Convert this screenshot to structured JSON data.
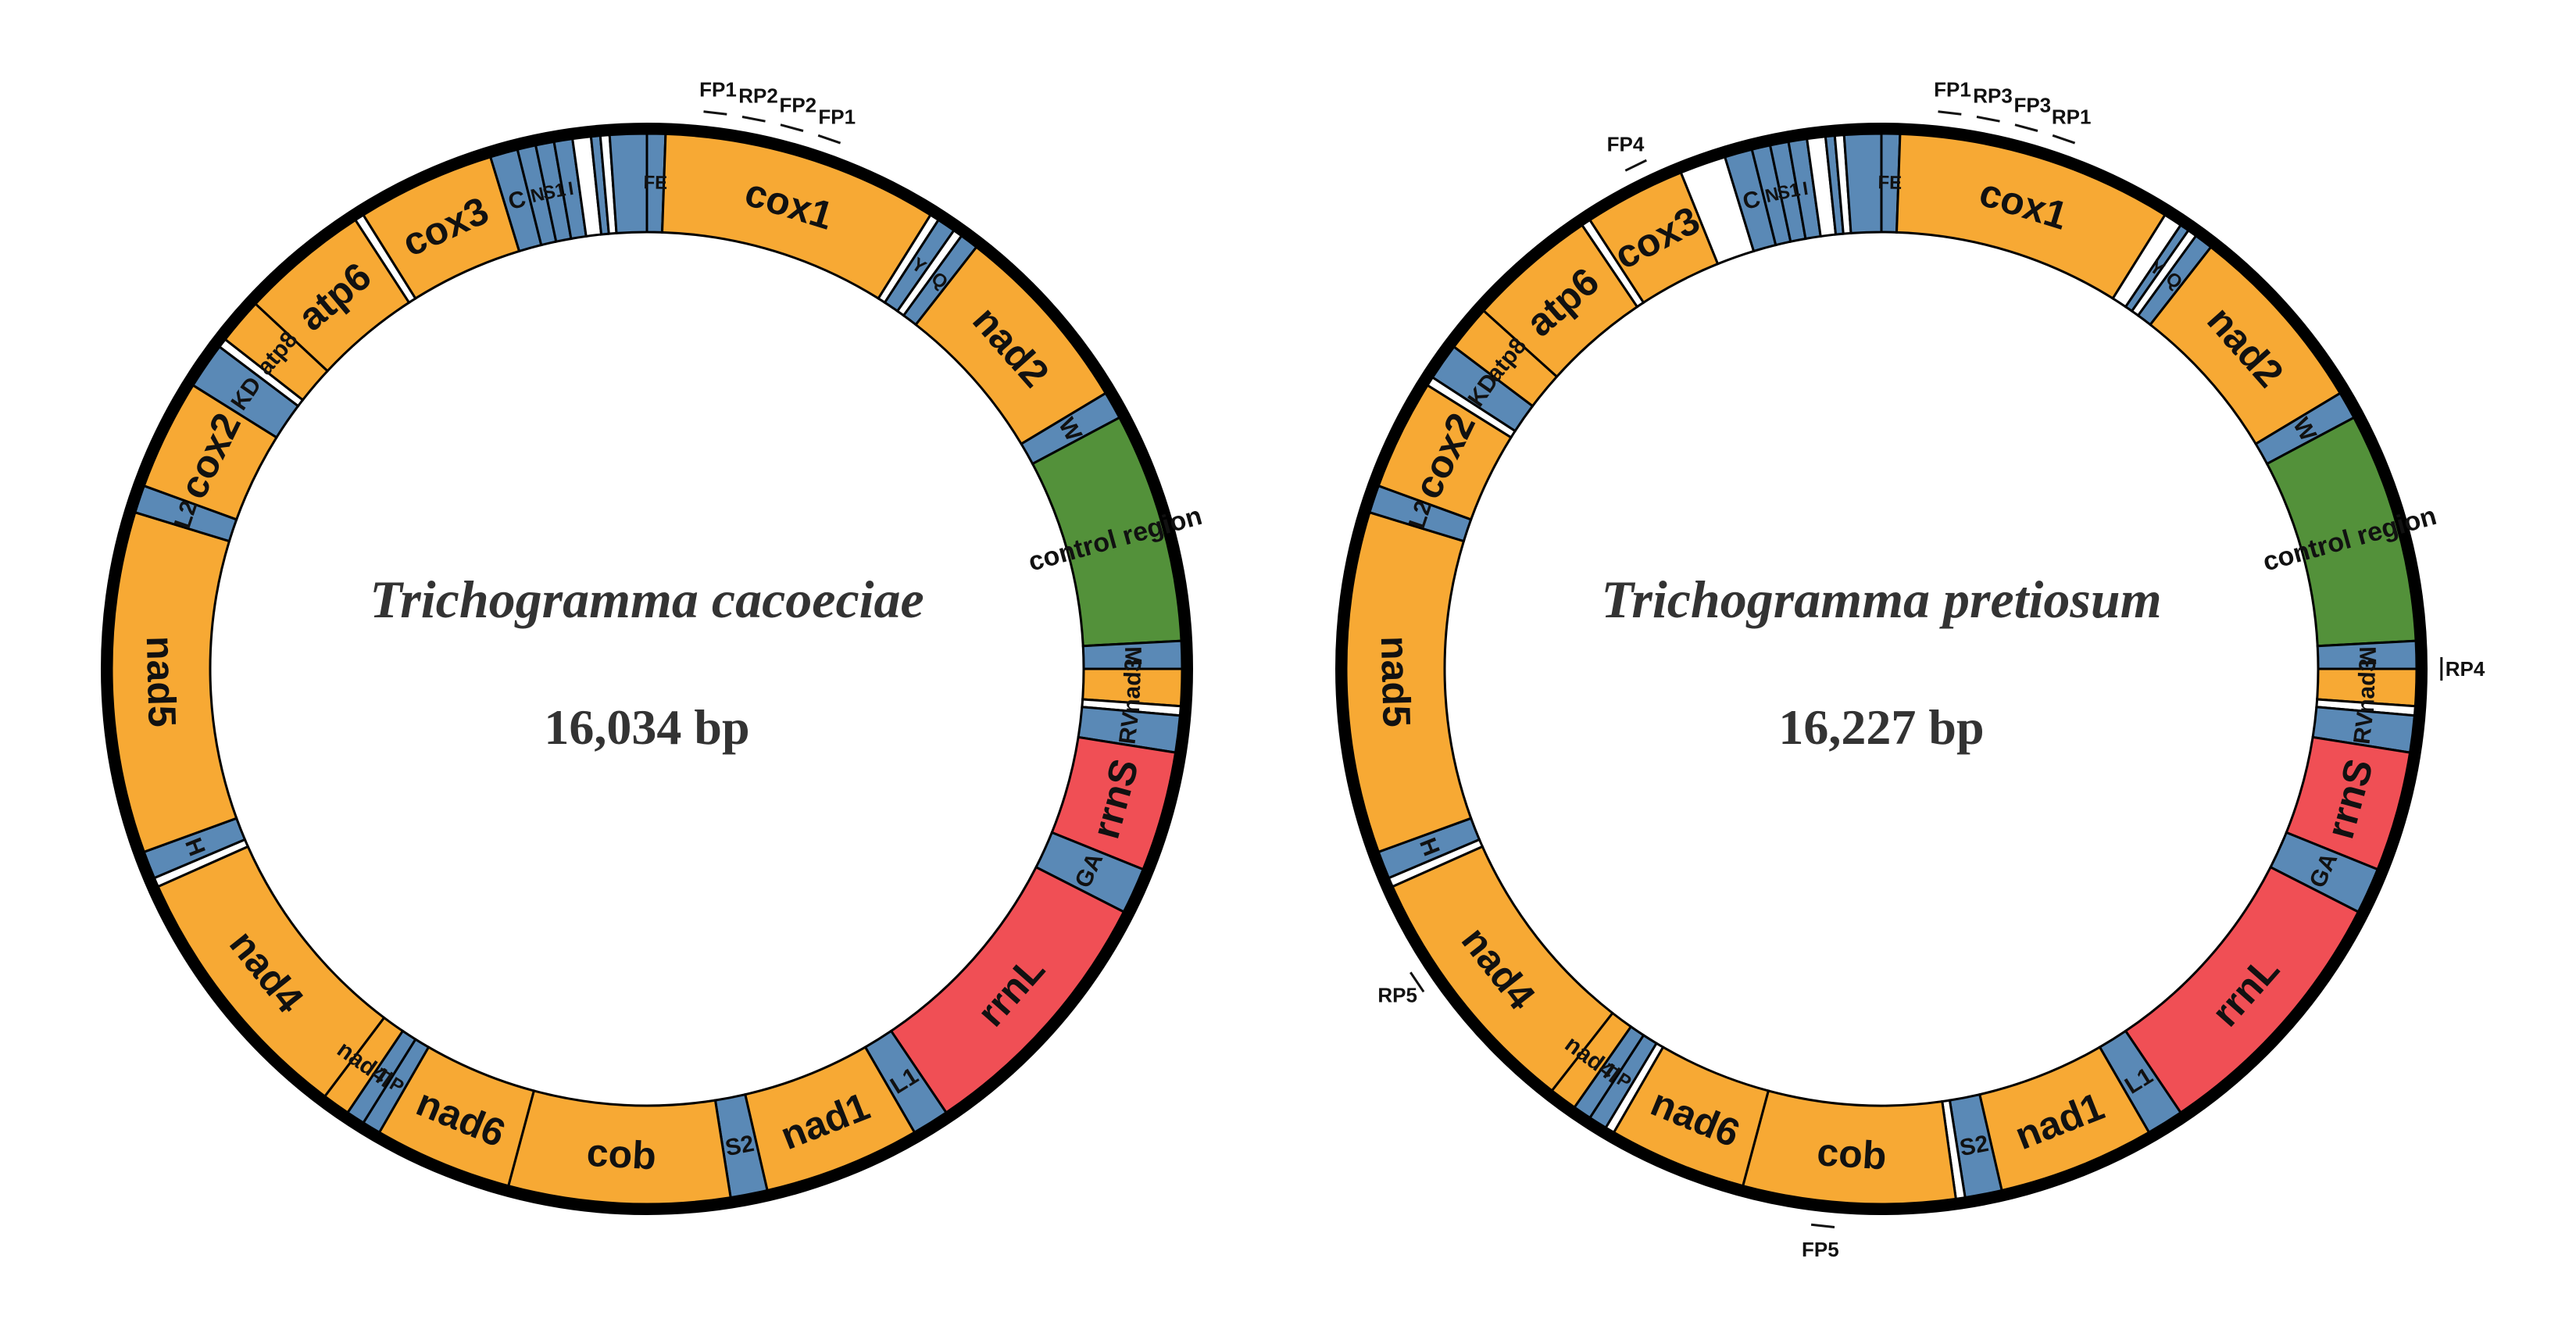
{
  "colors": {
    "protein": "#f7a934",
    "trna": "#5a89b6",
    "rrna": "#f04f55",
    "control": "#53913a",
    "gap": "#ffffff",
    "outline": "#000000",
    "backbone": "#000000"
  },
  "maps": [
    {
      "id": "cacoeciae",
      "species": "Trichogramma cacoeciae",
      "size": "16,034 bp",
      "genes": [
        {
          "name": "FE",
          "type": "trna",
          "start": 0,
          "end": 2
        },
        {
          "name": "cox1",
          "type": "protein",
          "start": 2,
          "end": 32
        },
        {
          "name": "",
          "type": "gap",
          "start": 32,
          "end": 33
        },
        {
          "name": "Y",
          "type": "trna",
          "start": 33,
          "end": 35
        },
        {
          "name": "",
          "type": "gap",
          "start": 35,
          "end": 36
        },
        {
          "name": "Q",
          "type": "trna",
          "start": 36,
          "end": 38
        },
        {
          "name": "nad2",
          "type": "protein",
          "start": 38,
          "end": 59
        },
        {
          "name": "W",
          "type": "trna",
          "start": 59,
          "end": 62
        },
        {
          "name": "control region",
          "type": "control",
          "start": 62,
          "end": 87
        },
        {
          "name": "M",
          "type": "trna",
          "start": 87,
          "end": 90
        },
        {
          "name": "nad3",
          "type": "protein",
          "start": 90,
          "end": 94
        },
        {
          "name": "",
          "type": "gap",
          "start": 94,
          "end": 95
        },
        {
          "name": "RV",
          "type": "trna",
          "start": 95,
          "end": 99
        },
        {
          "name": "rrnS",
          "type": "rrna",
          "start": 99,
          "end": 112
        },
        {
          "name": "GA",
          "type": "trna",
          "start": 112,
          "end": 117
        },
        {
          "name": "rrnL",
          "type": "rrna",
          "start": 117,
          "end": 146
        },
        {
          "name": "L1",
          "type": "trna",
          "start": 146,
          "end": 150
        },
        {
          "name": "nad1",
          "type": "protein",
          "start": 150,
          "end": 167
        },
        {
          "name": "S2",
          "type": "trna",
          "start": 167,
          "end": 171
        },
        {
          "name": "cob",
          "type": "protein",
          "start": 171,
          "end": 195
        },
        {
          "name": "nad6",
          "type": "protein",
          "start": 195,
          "end": 210
        },
        {
          "name": "P",
          "type": "trna",
          "start": 210,
          "end": 212
        },
        {
          "name": "T",
          "type": "trna",
          "start": 212,
          "end": 214
        },
        {
          "name": "nad4l",
          "type": "protein",
          "start": 214,
          "end": 217
        },
        {
          "name": "nad4",
          "type": "protein",
          "start": 217,
          "end": 246
        },
        {
          "name": "",
          "type": "gap",
          "start": 246,
          "end": 247
        },
        {
          "name": "H",
          "type": "trna",
          "start": 247,
          "end": 250
        },
        {
          "name": "nad5",
          "type": "protein",
          "start": 250,
          "end": 287
        },
        {
          "name": "L2",
          "type": "trna",
          "start": 287,
          "end": 290
        },
        {
          "name": "cox2",
          "type": "protein",
          "start": 290,
          "end": 302
        },
        {
          "name": "KD",
          "type": "trna",
          "start": 302,
          "end": 307
        },
        {
          "name": "",
          "type": "gap",
          "start": 307,
          "end": 308
        },
        {
          "name": "atp8",
          "type": "protein",
          "start": 308,
          "end": 313
        },
        {
          "name": "atp6",
          "type": "protein",
          "start": 313,
          "end": 327
        },
        {
          "name": "",
          "type": "gap",
          "start": 327,
          "end": 328
        },
        {
          "name": "cox3",
          "type": "protein",
          "start": 328,
          "end": 343
        },
        {
          "name": "C",
          "type": "trna",
          "start": 343,
          "end": 346
        },
        {
          "name": "N",
          "type": "trna",
          "start": 346,
          "end": 348
        },
        {
          "name": "S1",
          "type": "trna",
          "start": 348,
          "end": 350
        },
        {
          "name": "I",
          "type": "trna",
          "start": 350,
          "end": 352
        },
        {
          "name": "",
          "type": "gap",
          "start": 352,
          "end": 354
        },
        {
          "name": "",
          "type": "trna",
          "start": 354,
          "end": 355
        },
        {
          "name": "",
          "type": "gap",
          "start": 355,
          "end": 356
        },
        {
          "name": "",
          "type": "trna",
          "start": 356,
          "end": 360
        }
      ],
      "primers": [
        {
          "name": "FP1",
          "angle": 7
        },
        {
          "name": "RP2",
          "angle": 11
        },
        {
          "name": "FP2",
          "angle": 15
        },
        {
          "name": "FP1",
          "angle": 19
        }
      ]
    },
    {
      "id": "pretiosum",
      "species": "Trichogramma pretiosum",
      "size": "16,227 bp",
      "genes": [
        {
          "name": "FE",
          "type": "trna",
          "start": 0,
          "end": 2
        },
        {
          "name": "cox1",
          "type": "protein",
          "start": 2,
          "end": 32
        },
        {
          "name": "",
          "type": "gap",
          "start": 32,
          "end": 34
        },
        {
          "name": "Y",
          "type": "trna",
          "start": 34,
          "end": 35
        },
        {
          "name": "",
          "type": "gap",
          "start": 35,
          "end": 36
        },
        {
          "name": "Q",
          "type": "trna",
          "start": 36,
          "end": 38
        },
        {
          "name": "nad2",
          "type": "protein",
          "start": 38,
          "end": 59
        },
        {
          "name": "W",
          "type": "trna",
          "start": 59,
          "end": 62
        },
        {
          "name": "control region",
          "type": "control",
          "start": 62,
          "end": 87
        },
        {
          "name": "M",
          "type": "trna",
          "start": 87,
          "end": 90
        },
        {
          "name": "nad3",
          "type": "protein",
          "start": 90,
          "end": 94
        },
        {
          "name": "",
          "type": "gap",
          "start": 94,
          "end": 95
        },
        {
          "name": "RV",
          "type": "trna",
          "start": 95,
          "end": 99
        },
        {
          "name": "rrnS",
          "type": "rrna",
          "start": 99,
          "end": 112
        },
        {
          "name": "GA",
          "type": "trna",
          "start": 112,
          "end": 117
        },
        {
          "name": "rrnL",
          "type": "rrna",
          "start": 117,
          "end": 146
        },
        {
          "name": "L1",
          "type": "trna",
          "start": 146,
          "end": 150
        },
        {
          "name": "nad1",
          "type": "protein",
          "start": 150,
          "end": 167
        },
        {
          "name": "S2",
          "type": "trna",
          "start": 167,
          "end": 171
        },
        {
          "name": "",
          "type": "gap",
          "start": 171,
          "end": 172
        },
        {
          "name": "cob",
          "type": "protein",
          "start": 172,
          "end": 195
        },
        {
          "name": "nad6",
          "type": "protein",
          "start": 195,
          "end": 210
        },
        {
          "name": "",
          "type": "gap",
          "start": 210,
          "end": 211
        },
        {
          "name": "P",
          "type": "trna",
          "start": 211,
          "end": 213
        },
        {
          "name": "T",
          "type": "trna",
          "start": 213,
          "end": 215
        },
        {
          "name": "nad4l",
          "type": "protein",
          "start": 215,
          "end": 218
        },
        {
          "name": "nad4",
          "type": "protein",
          "start": 218,
          "end": 246
        },
        {
          "name": "",
          "type": "gap",
          "start": 246,
          "end": 247
        },
        {
          "name": "H",
          "type": "trna",
          "start": 247,
          "end": 250
        },
        {
          "name": "nad5",
          "type": "protein",
          "start": 250,
          "end": 287
        },
        {
          "name": "L2",
          "type": "trna",
          "start": 287,
          "end": 290
        },
        {
          "name": "cox2",
          "type": "protein",
          "start": 290,
          "end": 302
        },
        {
          "name": "",
          "type": "gap",
          "start": 302,
          "end": 303
        },
        {
          "name": "KD",
          "type": "trna",
          "start": 303,
          "end": 307
        },
        {
          "name": "atp8",
          "type": "protein",
          "start": 307,
          "end": 312
        },
        {
          "name": "atp6",
          "type": "protein",
          "start": 312,
          "end": 326
        },
        {
          "name": "",
          "type": "gap",
          "start": 326,
          "end": 327
        },
        {
          "name": "cox3",
          "type": "protein",
          "start": 327,
          "end": 338
        },
        {
          "name": "",
          "type": "gap",
          "start": 338,
          "end": 343
        },
        {
          "name": "C",
          "type": "trna",
          "start": 343,
          "end": 346
        },
        {
          "name": "N",
          "type": "trna",
          "start": 346,
          "end": 348
        },
        {
          "name": "S1",
          "type": "trna",
          "start": 348,
          "end": 350
        },
        {
          "name": "I",
          "type": "trna",
          "start": 350,
          "end": 352
        },
        {
          "name": "",
          "type": "gap",
          "start": 352,
          "end": 354
        },
        {
          "name": "",
          "type": "trna",
          "start": 354,
          "end": 355
        },
        {
          "name": "",
          "type": "gap",
          "start": 355,
          "end": 356
        },
        {
          "name": "",
          "type": "trna",
          "start": 356,
          "end": 360
        }
      ],
      "primers": [
        {
          "name": "FP1",
          "angle": 7
        },
        {
          "name": "RP3",
          "angle": 11
        },
        {
          "name": "FP3",
          "angle": 15
        },
        {
          "name": "RP1",
          "angle": 19
        },
        {
          "name": "FP4",
          "angle": 334
        },
        {
          "name": "RP4",
          "angle": 90
        },
        {
          "name": "RP5",
          "angle": 236
        },
        {
          "name": "FP5",
          "angle": 186
        }
      ]
    }
  ]
}
